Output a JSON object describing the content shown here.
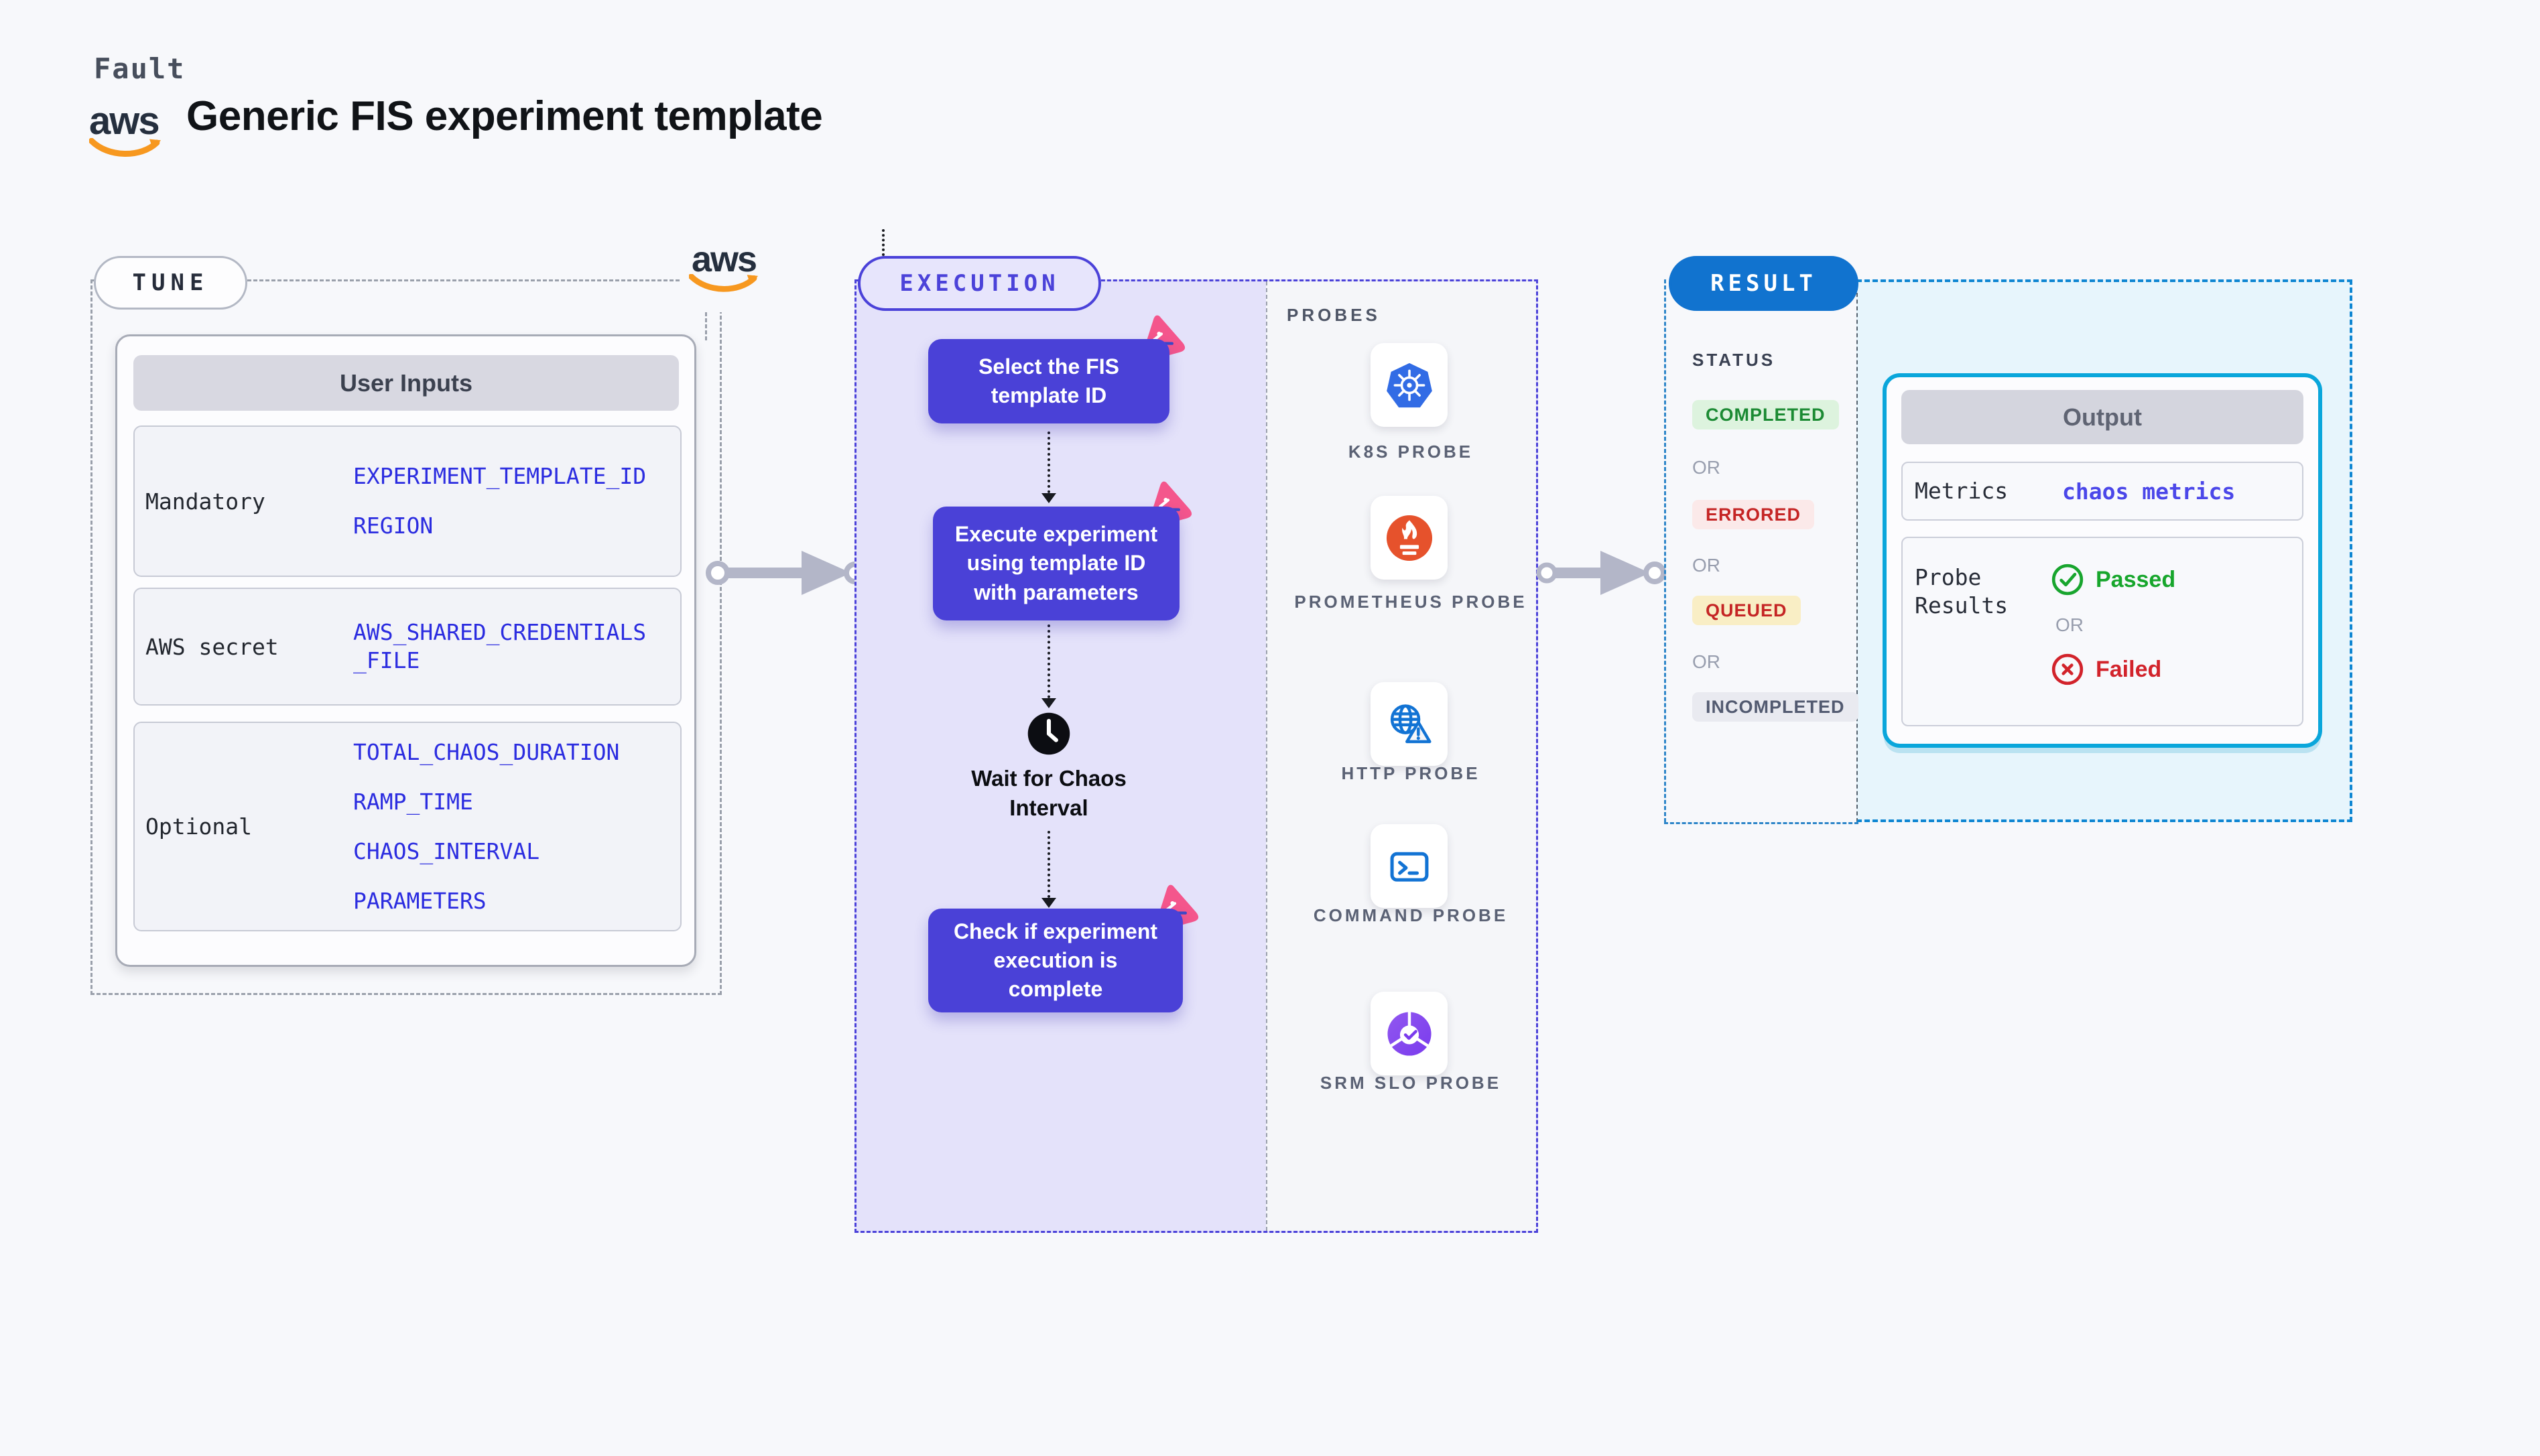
{
  "palette": {
    "page_bg": "#f7f8fb",
    "indigo_node": "#4a41d7",
    "indigo_border": "#4b42d9",
    "lavender_bg": "#e4e2fa",
    "tune_dash": "#9aa0ab",
    "value_blue": "#2b2ce0",
    "chaos_metrics_blue": "#4b47e9",
    "result_blue": "#1173cf",
    "result_dash_blue": "#0f86d2",
    "result_panel_bg": "#e7f5fc",
    "output_border_cyan": "#0aa6db",
    "success_green": "#17a62c",
    "error_red": "#d2232b",
    "queued_bg": "#f9eec5",
    "pink_chaos": "#f4568c",
    "aws_orange": "#f7981f",
    "kubernetes_blue": "#326ce5",
    "prometheus_orange": "#e6522c",
    "probe_icon_blue": "#1273d4",
    "srm_purple": "#7a3bed",
    "arrow_gray": "#b3b6c8"
  },
  "header": {
    "brand": "Fault",
    "aws_wordmark": "aws",
    "title": "Generic FIS experiment template"
  },
  "tune": {
    "pill": "TUNE",
    "table": {
      "header": "User Inputs",
      "rows": [
        {
          "label": "Mandatory",
          "values": [
            "EXPERIMENT_TEMPLATE_ID",
            "REGION"
          ]
        },
        {
          "label": "AWS secret",
          "values": [
            "AWS_SHARED_CREDENTIALS_FILE"
          ]
        },
        {
          "label": "Optional",
          "values": [
            "TOTAL_CHAOS_DURATION",
            "RAMP_TIME",
            "CHAOS_INTERVAL",
            "PARAMETERS"
          ]
        }
      ]
    }
  },
  "execution": {
    "pill": "EXECUTION",
    "steps": [
      "Select the FIS template ID",
      "Execute experiment using template ID with parameters",
      "Check if experiment execution is complete"
    ],
    "wait_label": "Wait for Chaos Interval",
    "probes": {
      "heading": "PROBES",
      "items": [
        {
          "label": "K8S PROBE",
          "icon": "kubernetes-icon"
        },
        {
          "label": "PROMETHEUS PROBE",
          "icon": "prometheus-icon"
        },
        {
          "label": "HTTP PROBE",
          "icon": "http-globe-icon"
        },
        {
          "label": "COMMAND PROBE",
          "icon": "terminal-icon"
        },
        {
          "label": "SRM SLO PROBE",
          "icon": "slo-donut-icon"
        }
      ]
    }
  },
  "result": {
    "pill": "RESULT",
    "status": {
      "heading": "STATUS",
      "or_label": "OR",
      "badges": [
        {
          "label": "COMPLETED",
          "type": "success",
          "text_color": "#1b8a33",
          "bg_color": "#ddf3de"
        },
        {
          "label": "ERRORED",
          "type": "error",
          "text_color": "#c52525",
          "bg_color": "#fbe9e9"
        },
        {
          "label": "QUEUED",
          "type": "queued",
          "text_color": "#c52525",
          "bg_color": "#f9eec5"
        },
        {
          "label": "INCOMPLETED",
          "type": "neutral",
          "text_color": "#525a70",
          "bg_color": "#e9eaf0"
        }
      ]
    },
    "output": {
      "header": "Output",
      "metrics_label": "Metrics",
      "metrics_value": "chaos metrics",
      "probe_results_label": "Probe Results",
      "passed_label": "Passed",
      "or_label": "OR",
      "failed_label": "Failed"
    }
  }
}
